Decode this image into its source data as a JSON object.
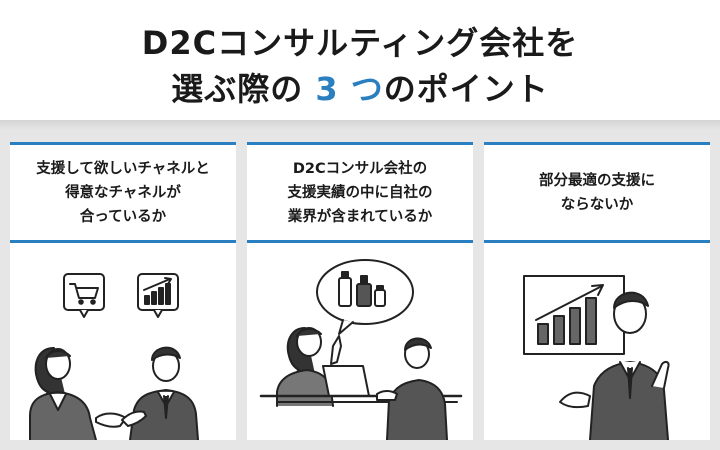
{
  "header": {
    "title_line1": "D2Cコンサルティング会社を",
    "title_line2_prefix": "選ぶ際の",
    "title_line2_number": "3",
    "title_line2_accent2": "つ",
    "title_line2_suffix": "のポイント",
    "accent_color": "#2a7fc0"
  },
  "cards": [
    {
      "lines": [
        "支援して欲しいチャネルと",
        "得意なチャネルが",
        "合っているか"
      ],
      "illustration": "handshake-meeting"
    },
    {
      "lines": [
        "D2Cコンサル会社の",
        "支援実績の中に自社の",
        "業界が含まれているか"
      ],
      "illustration": "consultation-products"
    },
    {
      "lines": [
        "部分最適の支援に",
        "ならないか"
      ],
      "illustration": "presenter-chart"
    }
  ],
  "icons": {
    "cart": "shopping-cart-icon",
    "growth": "growth-chart-icon",
    "products": "cosmetic-products-icon"
  }
}
